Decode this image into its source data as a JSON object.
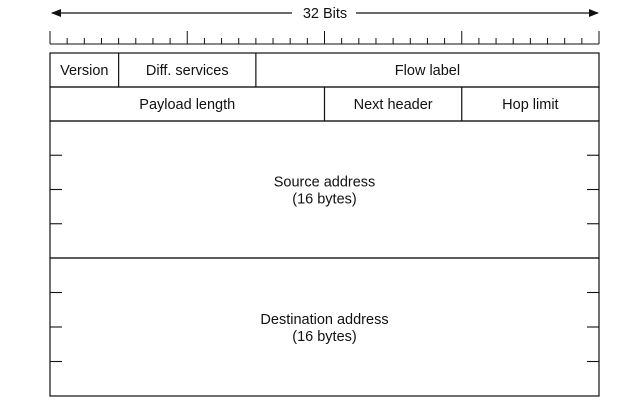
{
  "diagram": {
    "width_label": "32 Bits",
    "bit_count": 32,
    "rows": [
      {
        "cells": [
          {
            "label": "Version",
            "bits": 4
          },
          {
            "label": "Diff. services",
            "bits": 8
          },
          {
            "label": "Flow label",
            "bits": 20
          }
        ]
      },
      {
        "cells": [
          {
            "label": "Payload length",
            "bits": 16
          },
          {
            "label": "Next header",
            "bits": 8
          },
          {
            "label": "Hop limit",
            "bits": 8
          }
        ]
      }
    ],
    "address_fields": [
      {
        "name": "Source address",
        "size": "(16 bytes)"
      },
      {
        "name": "Destination address",
        "size": "(16 bytes)"
      }
    ]
  }
}
